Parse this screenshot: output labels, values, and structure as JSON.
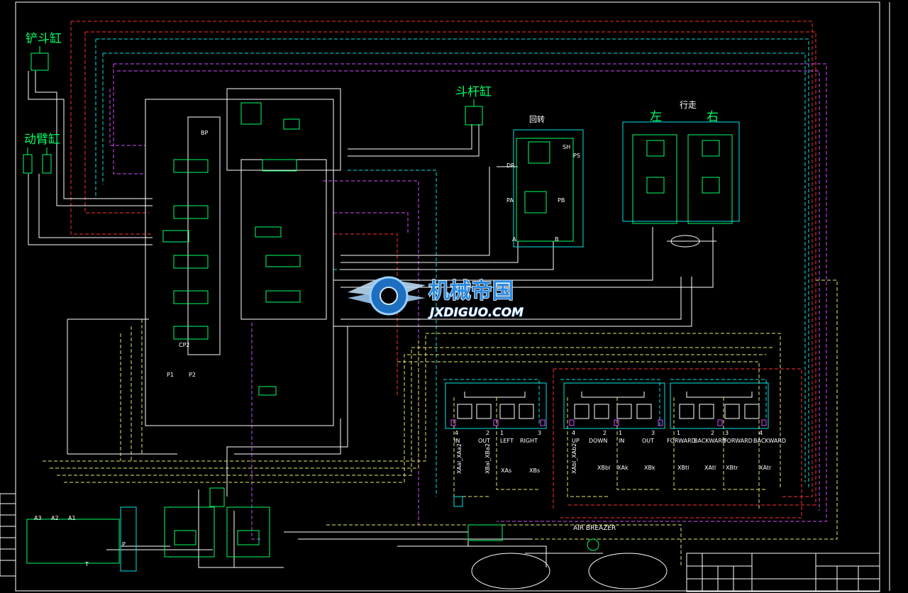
{
  "colors": {
    "background": "#000000",
    "frame": "#ffffff",
    "green": "#00ff66",
    "cyan": "#00e5e5",
    "yellow": "#e8e86a",
    "red": "#ff3030",
    "magenta": "#d24dff",
    "brand_blue": "#2a8ae0"
  },
  "labels": {
    "bucket_cyl": "铲斗缸",
    "boom_cyl": "动臂缸",
    "arm_cyl": "斗杆缸",
    "swing": "回转",
    "travel": "行走",
    "left": "左",
    "right": "右",
    "air_breather": "AIR BREAZER"
  },
  "pilot_valves": {
    "left_group": {
      "labels": [
        "IN",
        "OUT",
        "LEFT",
        "RIGHT"
      ],
      "ports": [
        "4",
        "2",
        "1",
        "3"
      ],
      "signals": [
        "XAal_XAa2",
        "XBal_XBa2",
        "XAs",
        "XBs"
      ]
    },
    "right_group": {
      "labels": [
        "UP",
        "DOWN",
        "IN",
        "OUT"
      ],
      "ports": [
        "4",
        "2",
        "1",
        "3"
      ],
      "signals": [
        "XAbl_XAb2",
        "XBbl",
        "XAk",
        "XBk"
      ]
    },
    "travel_group": {
      "labels": [
        "FORWARD",
        "BACKWARD",
        "FORWARD",
        "BACKWARD"
      ],
      "ports": [
        "1",
        "2",
        "3",
        "4"
      ],
      "signals": [
        "XBtl",
        "XAtl",
        "XBtr",
        "XAtr"
      ]
    }
  },
  "ports": {
    "p1": "P1",
    "p2": "P2",
    "a": "A",
    "b": "B",
    "pa": "PA",
    "pb": "PB",
    "ps": "PS",
    "dr": "DR",
    "sh": "SH",
    "a1": "A1",
    "a2": "A2",
    "a3": "A3",
    "t": "T",
    "p": "P",
    "cp2": "CP2",
    "bp": "BP"
  },
  "watermark": {
    "title": "机械帝国",
    "domain": "JXDIGUO.COM"
  }
}
